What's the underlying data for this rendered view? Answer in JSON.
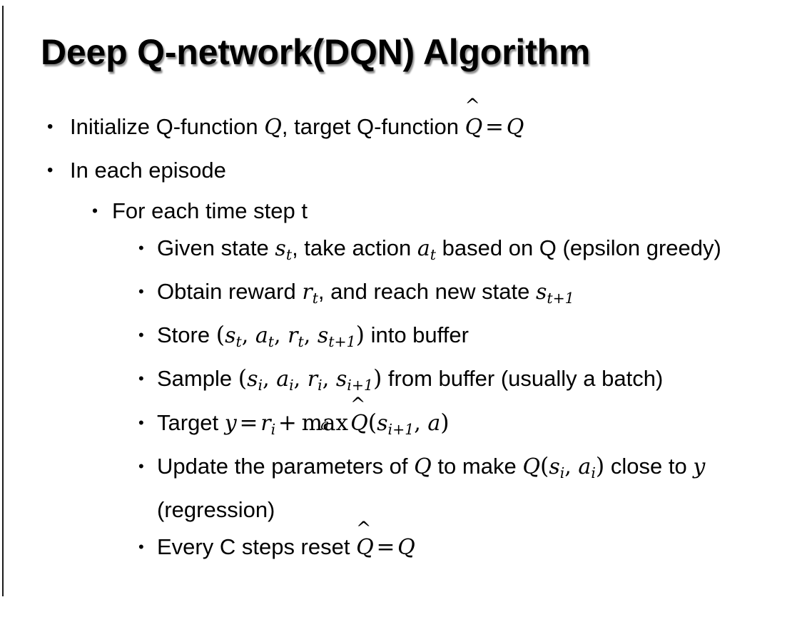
{
  "slide": {
    "title": "Deep Q-network(DQN) Algorithm",
    "bullet_glyph": "•",
    "background_color": "#ffffff",
    "text_color": "#000000",
    "rule_color": "#1a1a1a"
  },
  "content": {
    "line1": {
      "level": 1,
      "plain_text": "Initialize Q-function Q, target Q-function Q̂ = Q",
      "seg_a": "Initialize Q-function ",
      "math_q1": "Q",
      "seg_b": ", target Q-function ",
      "math_qhat": "Q",
      "hat_mark": "^",
      "eq": "=",
      "math_q2": "Q"
    },
    "line2": {
      "level": 1,
      "plain_text": "In each episode",
      "text": "In each episode"
    },
    "line3": {
      "level": 2,
      "plain_text": "For each time step t",
      "text": "For each time step t"
    },
    "line4": {
      "level": 3,
      "plain_text": "Given state s_t, take action a_t based on Q (epsilon greedy)",
      "seg_a": "Given state ",
      "var_s": "s",
      "sub_t1": "t",
      "seg_b": ", take action ",
      "var_a": "a",
      "sub_t2": "t",
      "seg_c": " based on Q (epsilon greedy)"
    },
    "line5": {
      "level": 3,
      "plain_text": "Obtain reward r_t, and reach new state s_t+1",
      "seg_a": "Obtain reward ",
      "var_r": "r",
      "sub_t1": "t",
      "seg_b": ", and reach new state ",
      "var_s": "s",
      "sub_t2": "t+1"
    },
    "line6": {
      "level": 3,
      "plain_text": "Store (s_t, a_t, r_t, s_t+1) into buffer",
      "seg_a": "Store ",
      "open_paren": "(",
      "var_s1": "s",
      "sub1": "t",
      "comma1": ", ",
      "var_a": "a",
      "sub2": "t",
      "comma2": ", ",
      "var_r": "r",
      "sub3": "t",
      "comma3": ", ",
      "var_s2": "s",
      "sub4": "t+1",
      "close_paren": ")",
      "seg_b": " into buffer"
    },
    "line7": {
      "level": 3,
      "plain_text": "Sample (s_i, a_i, r_i, s_i+1) from buffer (usually a batch)",
      "seg_a": "Sample ",
      "open_paren": "(",
      "var_s1": "s",
      "sub1": "i",
      "comma1": ", ",
      "var_a": "a",
      "sub2": "i",
      "comma2": ", ",
      "var_r": "r",
      "sub3": "i",
      "comma3": ", ",
      "var_s2": "s",
      "sub4": "i+1",
      "close_paren": ")",
      "seg_b": " from buffer (usually a batch)"
    },
    "line8": {
      "level": 3,
      "plain_text": "Target y = r_i + max_a Q̂(s_i+1, a)",
      "seg_a": "Target ",
      "var_y": "y",
      "eq": "=",
      "var_r": "r",
      "sub_i": "i",
      "plus": "+",
      "max_label": "max",
      "max_under": "a",
      "math_qhat": "Q",
      "hat_mark": "^",
      "open_paren": "(",
      "var_s": "s",
      "sub_i1": "i+1",
      "comma": ", ",
      "var_a": "a",
      "close_paren": ")"
    },
    "line9": {
      "level": 3,
      "plain_text": "Update the parameters of Q to make Q(s_i, a_i) close to y (regression)",
      "seg_a": "Update the parameters of ",
      "math_q1": "Q",
      "seg_b": " to make ",
      "math_q2": "Q",
      "open_paren": "(",
      "var_s": "s",
      "sub1": "i",
      "comma": ", ",
      "var_a": "a",
      "sub2": "i",
      "close_paren": ")",
      "seg_c": " close to ",
      "var_y": "y",
      "seg_d": " (regression)"
    },
    "line10": {
      "level": 3,
      "plain_text": "Every C steps reset Q̂ = Q",
      "seg_a": "Every C steps reset ",
      "math_qhat": "Q",
      "hat_mark": "^",
      "eq": "=",
      "math_q": "Q"
    }
  }
}
